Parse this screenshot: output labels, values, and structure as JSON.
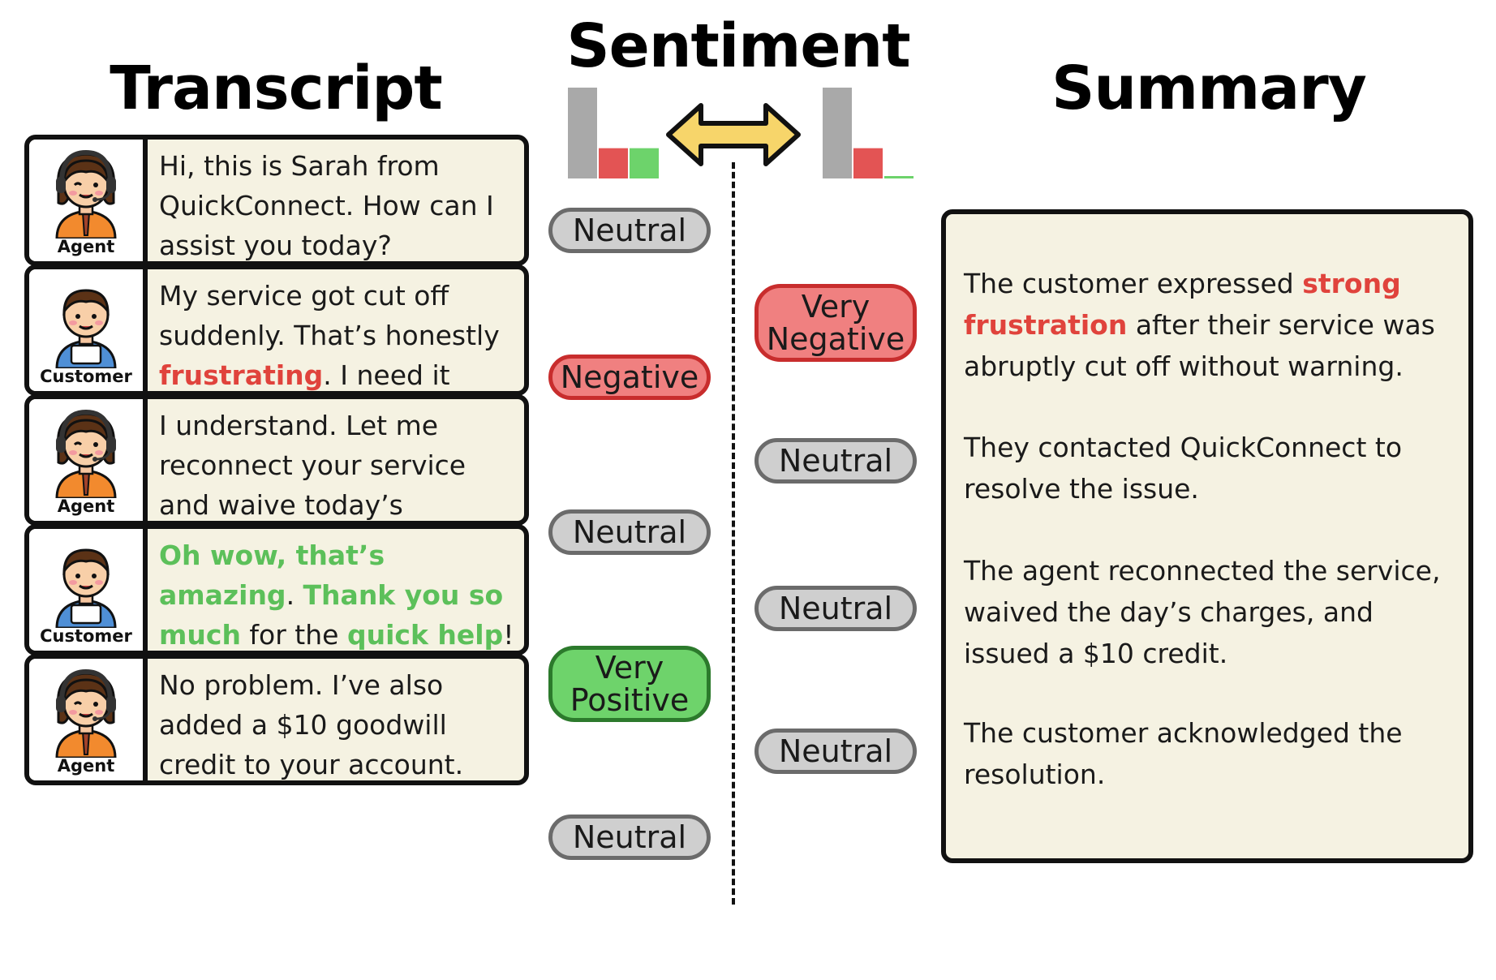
{
  "headings": {
    "transcript": "Transcript",
    "sentiment": "Sentiment",
    "summary": "Summary"
  },
  "transcript": [
    {
      "speaker": "Agent",
      "segments": [
        {
          "text": "Hi, this is Sarah from QuickConnect. How can I assist you today?",
          "style": "plain"
        }
      ]
    },
    {
      "speaker": "Customer",
      "segments": [
        {
          "text": "My service got cut off suddenly. That’s honestly ",
          "style": "plain"
        },
        {
          "text": "frustrating",
          "style": "negative"
        },
        {
          "text": ". I need it fixed.",
          "style": "plain"
        }
      ]
    },
    {
      "speaker": "Agent",
      "segments": [
        {
          "text": "I understand. Let me reconnect your service and waive today’s charges.",
          "style": "plain"
        }
      ]
    },
    {
      "speaker": "Customer",
      "segments": [
        {
          "text": "Oh wow, that’s amazing",
          "style": "positive"
        },
        {
          "text": ". ",
          "style": "plain"
        },
        {
          "text": "Thank you so much",
          "style": "positive"
        },
        {
          "text": " for the ",
          "style": "plain"
        },
        {
          "text": "quick help",
          "style": "positive"
        },
        {
          "text": "!",
          "style": "plain"
        }
      ]
    },
    {
      "speaker": "Agent",
      "segments": [
        {
          "text": "No problem. I’ve also added a $10 goodwill credit to your account.",
          "style": "plain"
        }
      ]
    }
  ],
  "transcript_sentiments": [
    "Neutral",
    "Negative",
    "Neutral",
    "Very\nPositive",
    "Neutral"
  ],
  "summary_sentiments": [
    "Very\nNegative",
    "Neutral",
    "Neutral",
    "Neutral"
  ],
  "summary": [
    {
      "segments": [
        {
          "text": "The customer expressed ",
          "style": "plain"
        },
        {
          "text": "strong frustration",
          "style": "negative"
        },
        {
          "text": " after their service was abruptly cut off without warning.",
          "style": "plain"
        }
      ]
    },
    {
      "segments": [
        {
          "text": "They contacted QuickConnect to resolve the issue.",
          "style": "plain"
        }
      ]
    },
    {
      "segments": [
        {
          "text": "The agent reconnected the service, waived the day’s charges, and issued a $10 credit.",
          "style": "plain"
        }
      ]
    },
    {
      "segments": [
        {
          "text": "The customer acknowledged the resolution.",
          "style": "plain"
        }
      ]
    }
  ],
  "sentiment_distributions": {
    "transcript": {
      "neutral": 3,
      "negative": 1,
      "positive": 1
    },
    "summary": {
      "neutral": 3,
      "negative": 1,
      "positive": 0
    }
  },
  "colors": {
    "neutral": "#a9a9a9",
    "negative": "#e35454",
    "positive": "#6dd36b",
    "arrow": "#f7d56a",
    "card_bg": "#f5f2e2"
  },
  "icons": {
    "agent": "agent-headset-avatar-icon",
    "customer": "customer-avatar-icon",
    "arrow": "double-headed-arrow-icon"
  }
}
